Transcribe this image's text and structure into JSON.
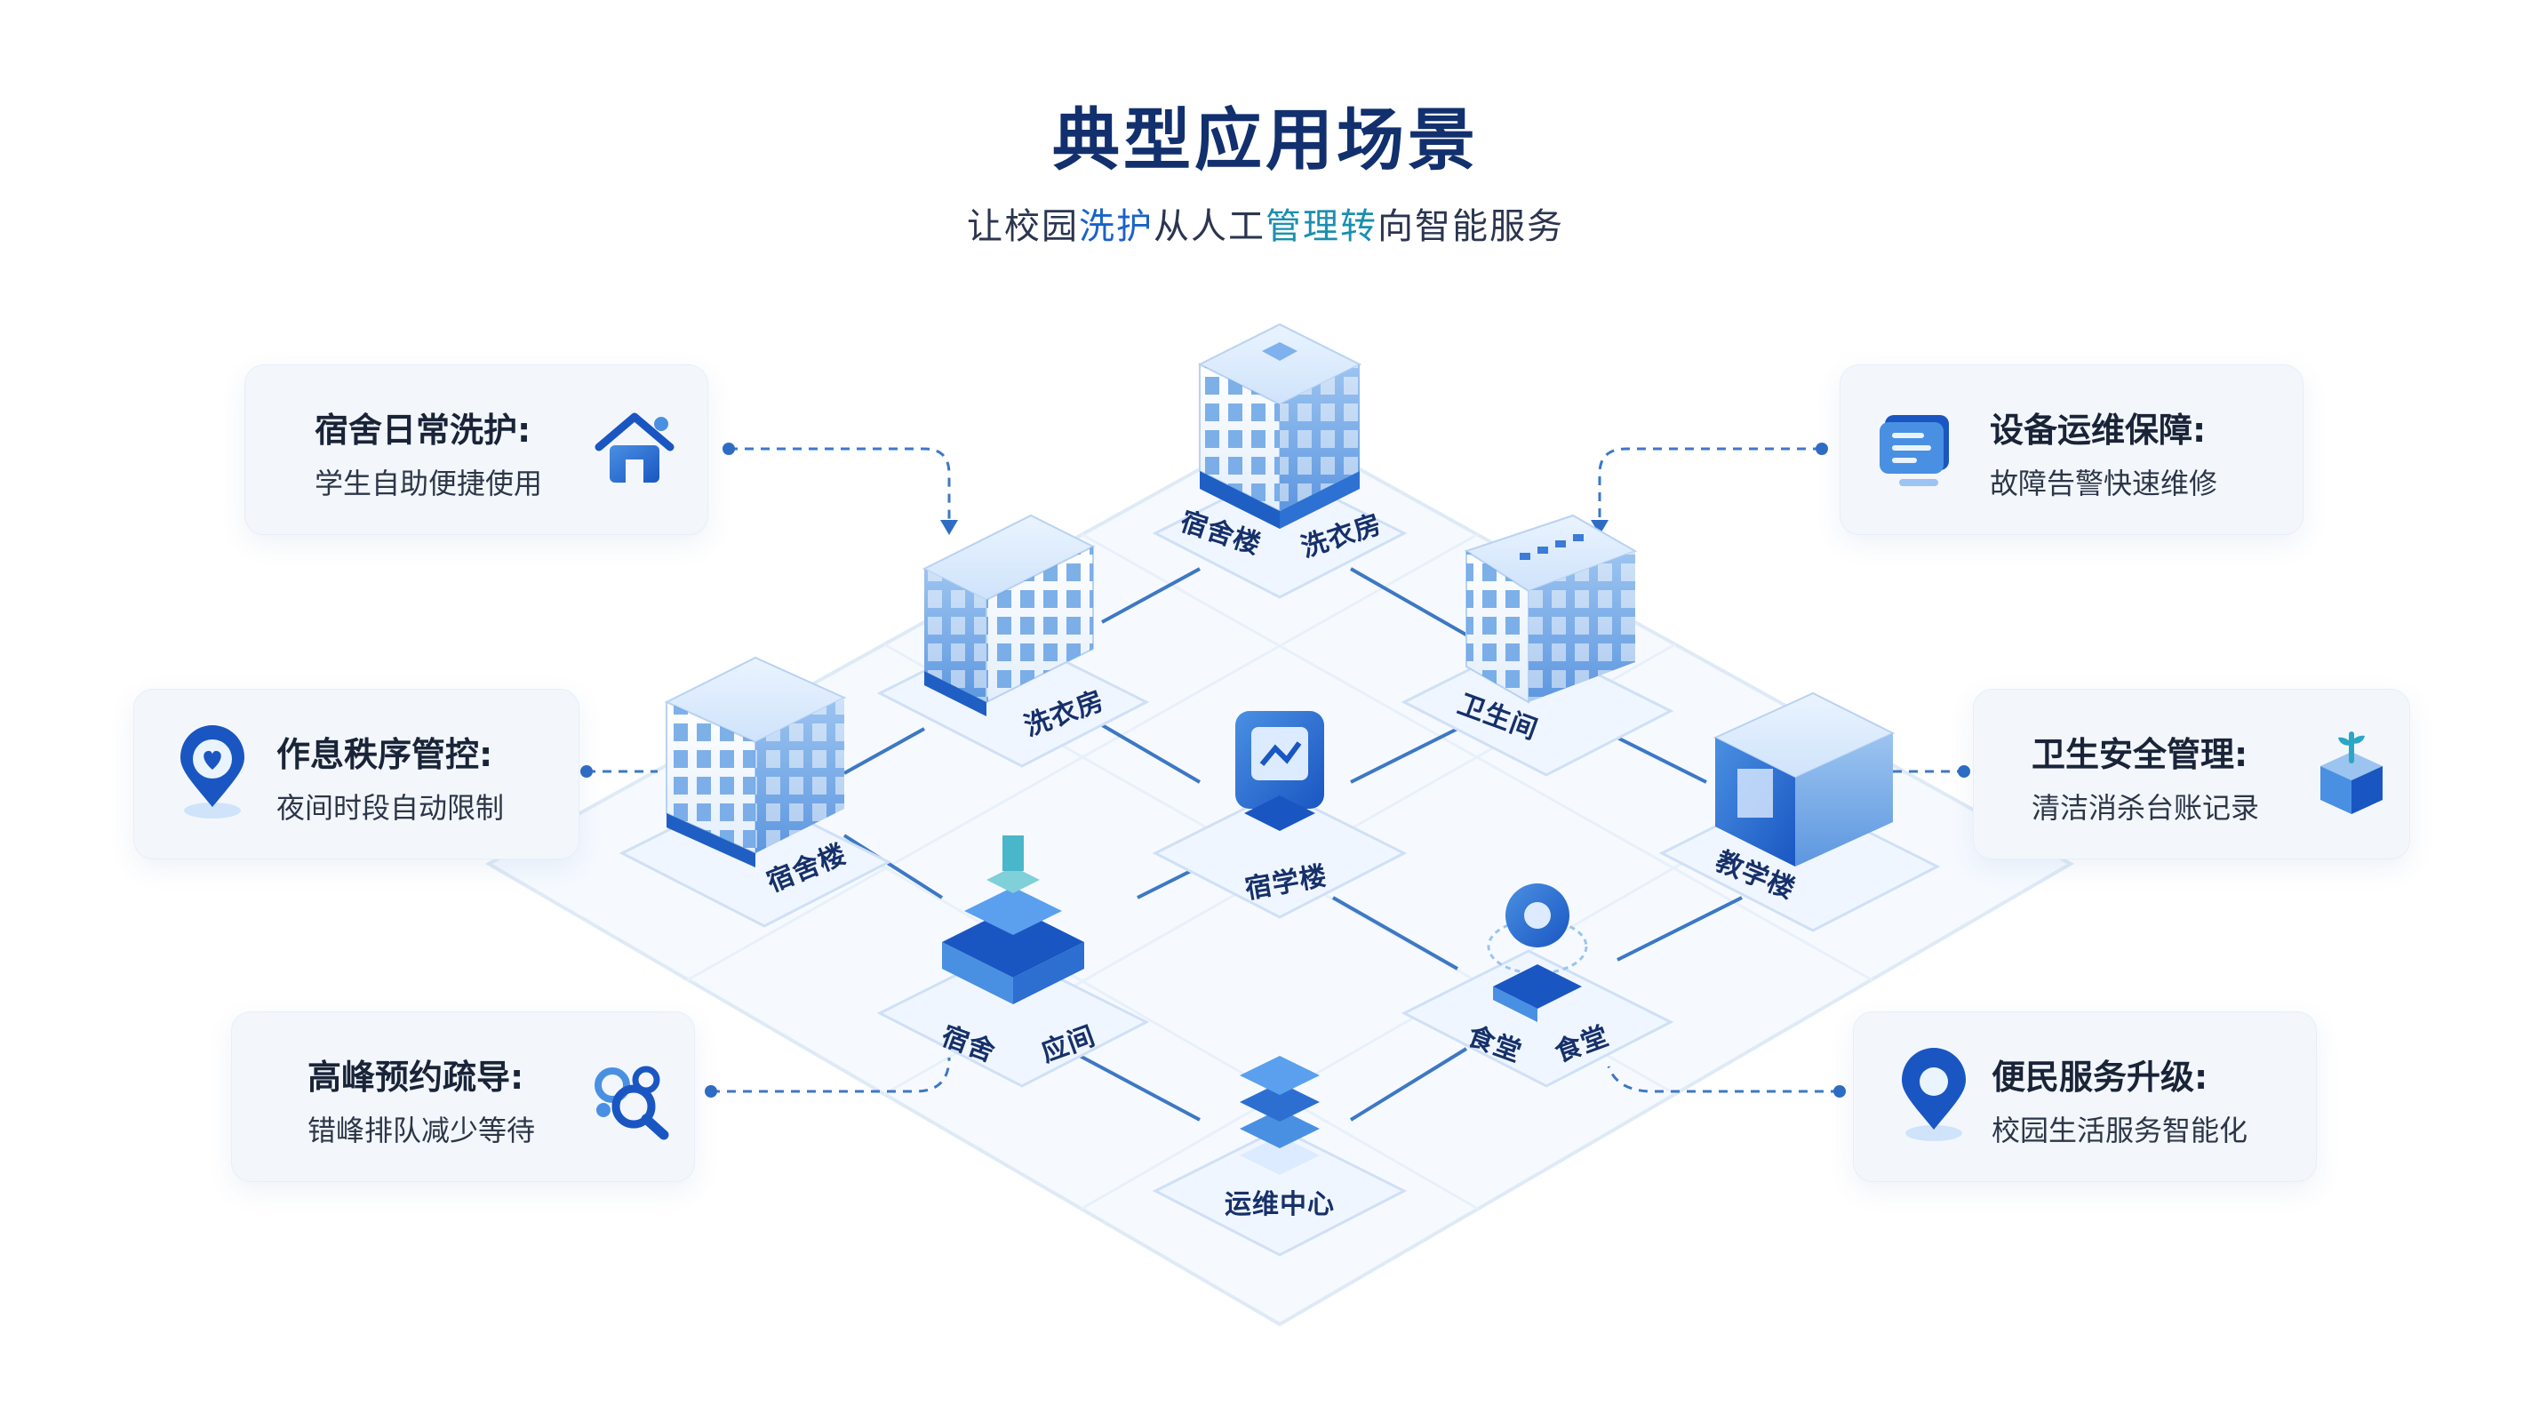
{
  "header": {
    "title": "典型应用场景",
    "subtitle_parts": [
      "让校园",
      "洗护",
      "从人工",
      "管理转",
      "向智能服务"
    ]
  },
  "cards": [
    {
      "title": "宿舍日常洗护:",
      "desc": "学生自助便捷使用",
      "icon": "house-icon"
    },
    {
      "title": "作息秩序管控:",
      "desc": "夜间时段自动限制",
      "icon": "heart-location-icon"
    },
    {
      "title": "高峰预约疏导:",
      "desc": "错峰排队减少等待",
      "icon": "search-people-icon"
    },
    {
      "title": "设备运维保障:",
      "desc": "故障告警快速维修",
      "icon": "monitor-icon"
    },
    {
      "title": "卫生安全管理:",
      "desc": "清洁消杀台账记录",
      "icon": "box-sprout-icon"
    },
    {
      "title": "便民服务升级:",
      "desc": "校园生活服务智能化",
      "icon": "location-pin-icon"
    }
  ],
  "buildings": {
    "top_left": "宿舍楼",
    "top_right": "洗衣房",
    "laundry": "洗衣房",
    "toilet": "卫生间",
    "dorm": "宿舍楼",
    "center": "宿学楼",
    "teach": "教学楼",
    "gate_left": "宿舍",
    "gate_right": "应间",
    "canteen_left": "食堂",
    "canteen_right": "食堂",
    "ops": "运维中心"
  },
  "colors": {
    "title": "#12306e",
    "accent": "#1a63c7",
    "accent_light": "#4a90e2",
    "card_bg": "#f3f7fc"
  }
}
